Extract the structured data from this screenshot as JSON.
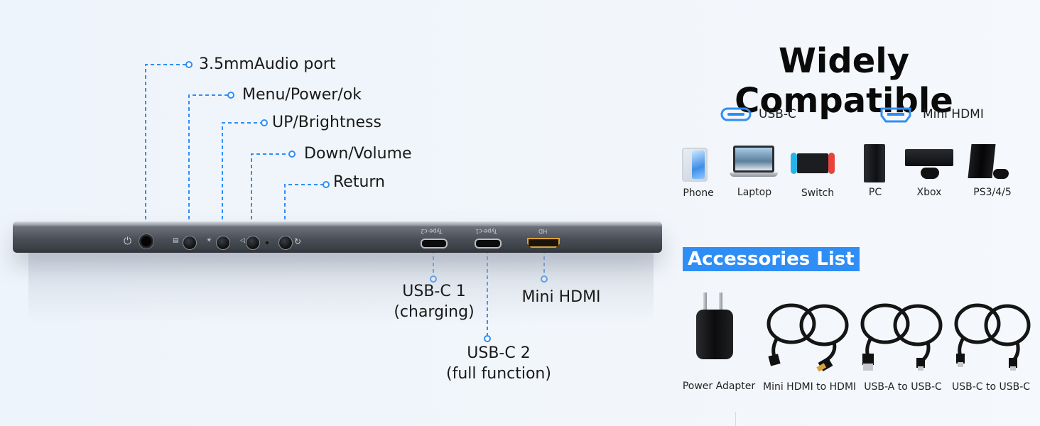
{
  "callouts": {
    "audio": "3.5mmAudio port",
    "menu": "Menu/Power/ok",
    "up": "UP/Brightness",
    "down": "Down/Volume",
    "return": "Return"
  },
  "ports": {
    "usbc1_line1": "USB-C 1",
    "usbc1_line2": "(charging)",
    "usbc2_line1": "USB-C 2",
    "usbc2_line2": "(full function)",
    "mini_hdmi": "Mini HDMI",
    "typec2_silk": "Type-c2",
    "typec1_silk": "Type-c1",
    "hd_silk": "HD"
  },
  "compat": {
    "title": "Widely Compatible",
    "connectors": [
      {
        "label": "USB-C",
        "icon": "usb-c-port-icon"
      },
      {
        "label": "Mini HDMI",
        "icon": "mini-hdmi-port-icon"
      }
    ],
    "devices": [
      "Phone",
      "Laptop",
      "Switch",
      "PC",
      "Xbox",
      "PS3/4/5"
    ]
  },
  "accessories": {
    "title": "Accessories List",
    "items": [
      "Power Adapter",
      "Mini HDMI to HDMI",
      "USB-A to USB-C",
      "USB-C to USB-C"
    ]
  },
  "colors": {
    "accent": "#2f8ef5",
    "background": "#eef4fb",
    "monitor": "#4b5058"
  }
}
